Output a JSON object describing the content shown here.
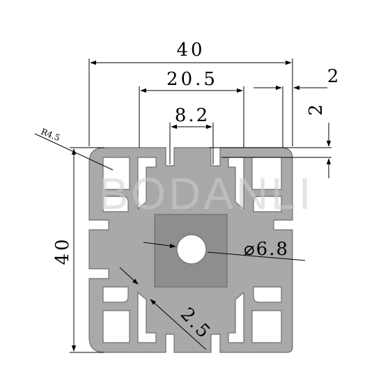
{
  "drawing": {
    "watermark": "BODANLI",
    "dimensions": {
      "overall_width": "40",
      "slot_pitch": "20.5",
      "slot_width": "8.2",
      "wall_right": "2",
      "wall_top": "2",
      "corner_radius": "R4.5",
      "overall_height": "40",
      "center_hole": "⌀6.8",
      "web_thickness": "2.5"
    },
    "colors": {
      "profile_fill": "#a9a9a9",
      "profile_outline": "#6e6e6e",
      "dimension": "#000000"
    }
  }
}
